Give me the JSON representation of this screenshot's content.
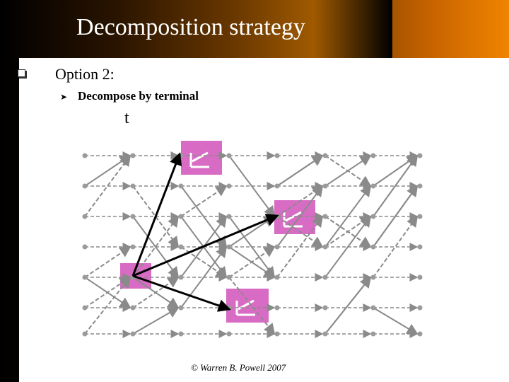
{
  "slide": {
    "title": "Decomposition strategy",
    "bullet1": "Option 2:",
    "bullet2": "Decompose by terminal",
    "time_label": "t",
    "copyright": "© Warren B. Powell 2007"
  },
  "colors": {
    "node": "#9b9b9b",
    "edge": "#8a8a8a",
    "highlight": "#d86cc4",
    "thick_arrow": "#000000"
  },
  "icons": {
    "level1_bullet": "hollow-square-bullet",
    "level2_bullet": "chevron-right-icon"
  }
}
